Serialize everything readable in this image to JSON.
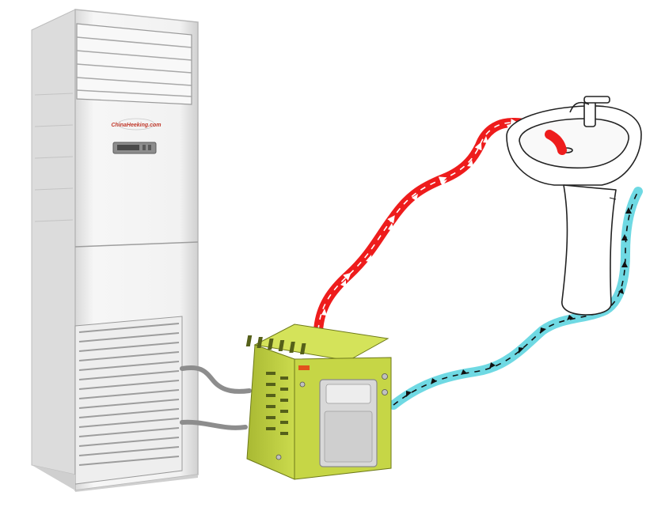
{
  "scene": {
    "description_none": "",
    "ac_unit": {
      "type": "floor-standing air conditioner",
      "brand_logo_text": "ChinaHeeking.com",
      "brand_logo_text_color": "#c0392b"
    },
    "heat_exchanger": {
      "body_color": "#c6d646"
    },
    "pipes": {
      "hot_water_color": "#ee1c1c",
      "cold_water_color": "#6fd9e3",
      "refrigerant_line_color": "#8d8d8d"
    },
    "sink": {
      "type": "pedestal sink"
    }
  },
  "colors": {
    "background": "#ffffff",
    "ac_body": "#f4f4f4"
  }
}
